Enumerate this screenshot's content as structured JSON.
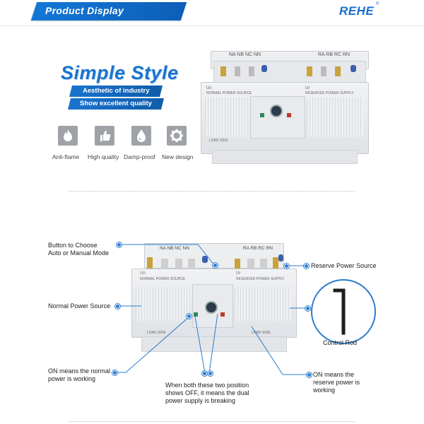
{
  "header": {
    "title": "Product Display",
    "brand": "REHE",
    "brand_mark": "®"
  },
  "feature_section": {
    "title": "Simple Style",
    "ribbons": [
      "Aesthetic of industry",
      "Show excellent quality"
    ],
    "features": [
      {
        "label": "Anti-flame",
        "icon": "flame-icon"
      },
      {
        "label": "High quality",
        "icon": "thumbs-up-icon"
      },
      {
        "label": "Damp-proof",
        "icon": "water-drop-icon"
      },
      {
        "label": "New design",
        "icon": "gear-icon"
      }
    ]
  },
  "device_top": {
    "terminals_left": "NA NB NC NN",
    "terminals_right": "RA RB RC RN",
    "left_source_symbol": "Un",
    "left_source_label": "NORMAL POWER SOURCE",
    "right_source_symbol": "Ur",
    "right_source_label": "RESERVED POWER SUPPLY",
    "load_left": "LOAD SIDE"
  },
  "device_bottom": {
    "terminals_left": "NA NB NC NN",
    "terminals_right": "RA RB RC RN",
    "left_source_symbol": "Un",
    "left_source_label": "NORMAL POWER SOURCE",
    "right_source_symbol": "Ur",
    "right_source_label": "RESERVED POWER SUPPLY",
    "load_left": "LOAD SIDE",
    "load_right": "LOAD SIDE"
  },
  "annotations": {
    "button_choose": [
      "Button to Choose",
      "Auto or Manual Mode"
    ],
    "reserve_power": "Reserve Power Source",
    "normal_power": "Normal Power Source",
    "control_rod": "Control Rod",
    "on_normal": [
      "ON means the normal",
      "power is working"
    ],
    "both_off": [
      "When both these two position",
      "shows OFF, it means the dual",
      "power supply is breaking"
    ],
    "on_reserve": [
      "ON means the",
      "reserve power is",
      "working"
    ]
  },
  "colors": {
    "accent": "#1a73cf",
    "leader": "#2a7cd0"
  }
}
